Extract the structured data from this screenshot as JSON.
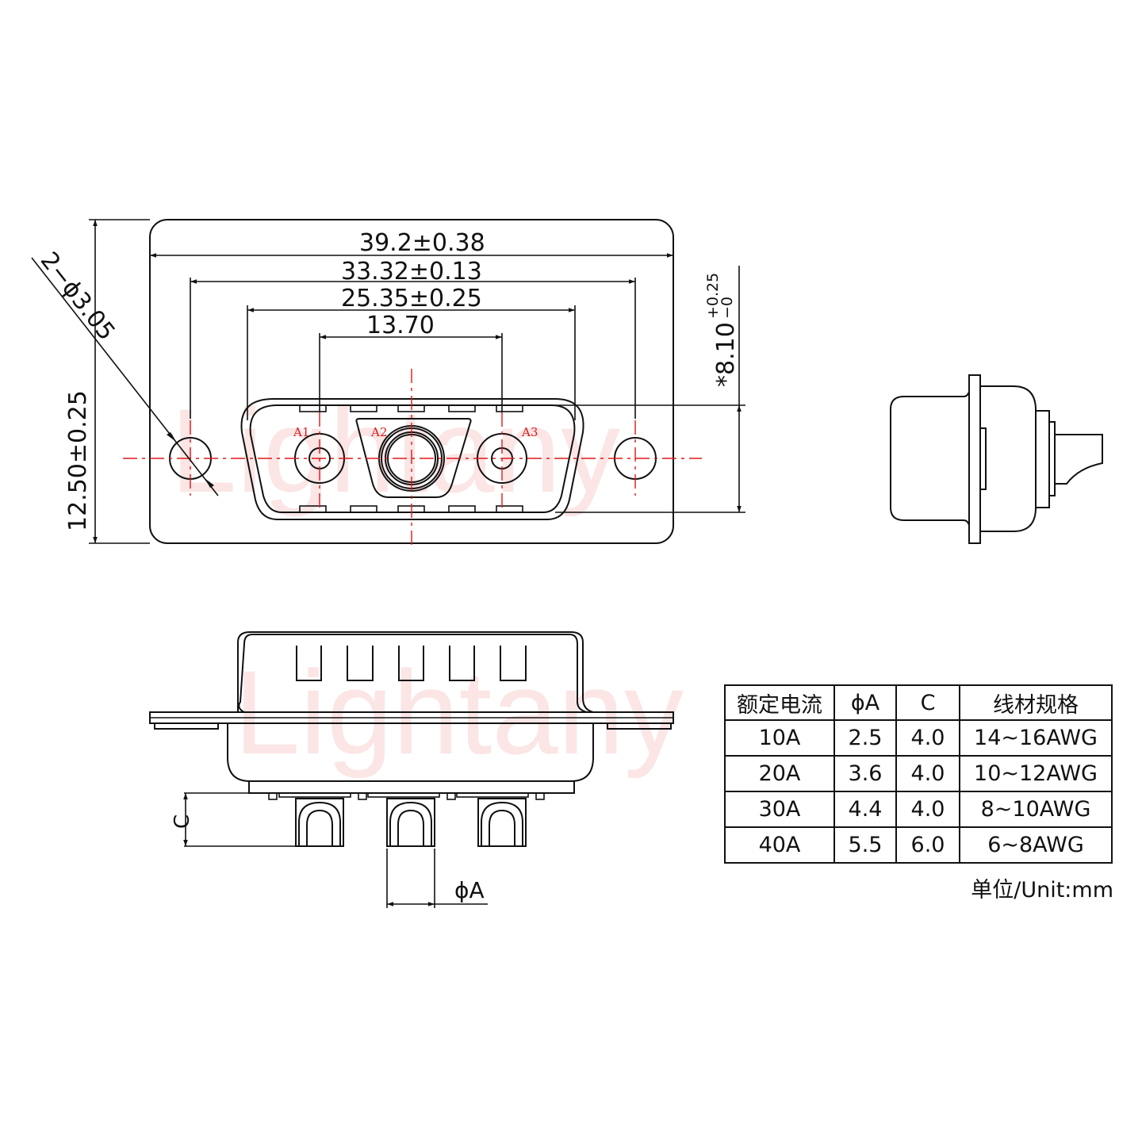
{
  "drawing": {
    "watermark": "Lightany",
    "front_view": {
      "dimensions": {
        "overall_width": "39.2±0.38",
        "mount_hole_pitch": "33.32±0.13",
        "shell_width": "25.35±0.25",
        "outer_pin_pitch": "13.70",
        "mount_hole_dia": "2−ϕ3.05",
        "flange_height": "12.50±0.25",
        "shell_height_main": "*8.10",
        "shell_height_tol_upper": "+0.25",
        "shell_height_tol_lower": "−0"
      },
      "pin_labels": [
        "A1",
        "A2",
        "A3"
      ]
    },
    "bottom_view": {
      "dim_c": "C",
      "dim_a": "ϕA"
    },
    "colors": {
      "line": "#111111",
      "centerline": "#e01818",
      "watermark": "#f7c6c6"
    }
  },
  "spec_table": {
    "headers": [
      "额定电流",
      "ϕA",
      "C",
      "线材规格"
    ],
    "rows": [
      [
        "10A",
        "2.5",
        "4.0",
        "14~16AWG"
      ],
      [
        "20A",
        "3.6",
        "4.0",
        "10~12AWG"
      ],
      [
        "30A",
        "4.4",
        "4.0",
        "8~10AWG"
      ],
      [
        "40A",
        "5.5",
        "6.0",
        "6~8AWG"
      ]
    ],
    "unit_note": "单位/Unit:mm"
  }
}
